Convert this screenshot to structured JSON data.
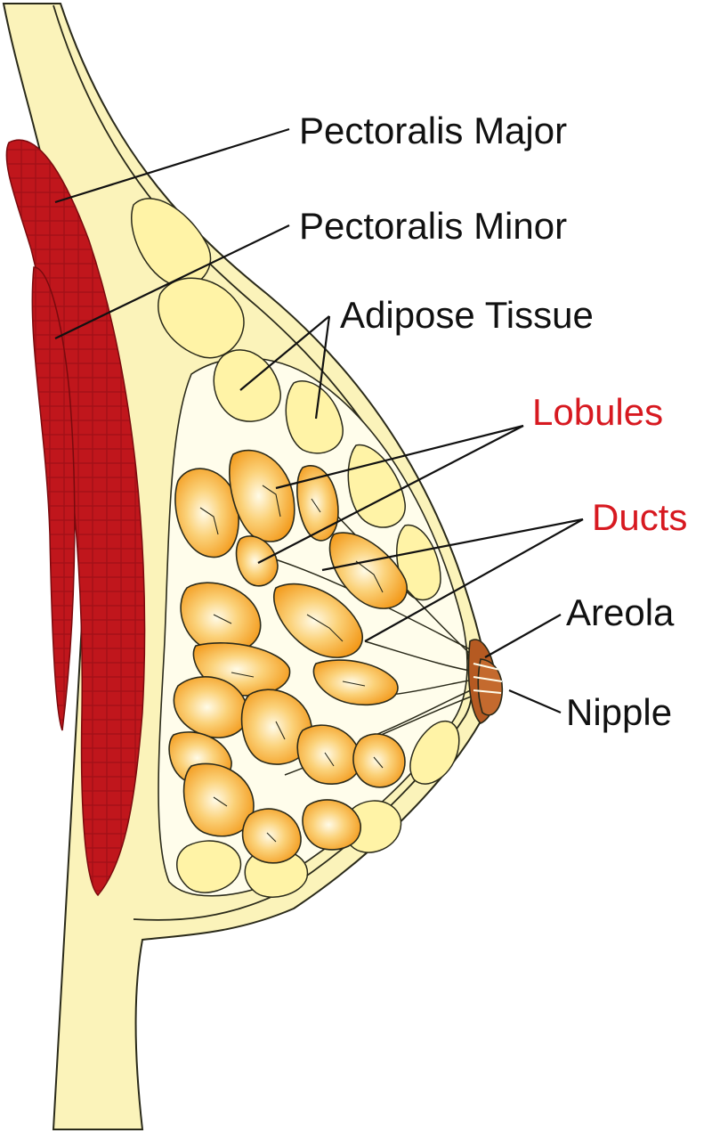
{
  "labels": {
    "pectoralis_major": "Pectoralis Major",
    "pectoralis_minor": "Pectoralis Minor",
    "adipose_tissue": "Adipose Tissue",
    "lobules": "Lobules",
    "ducts": "Ducts",
    "areola": "Areola",
    "nipple": "Nipple"
  },
  "colors": {
    "skin": "#FBF3BA",
    "skin_outline": "#2a2a1a",
    "muscle": "#C0161C",
    "muscle_pattern": "#A31218",
    "adipose": "#FFF5B0",
    "gland_fill": "#FFFDEB",
    "lobule": "#F5A623",
    "lobule_light": "#FFE9B0",
    "areola": "#B55A22",
    "label_black": "#111111",
    "label_red": "#D71920"
  }
}
